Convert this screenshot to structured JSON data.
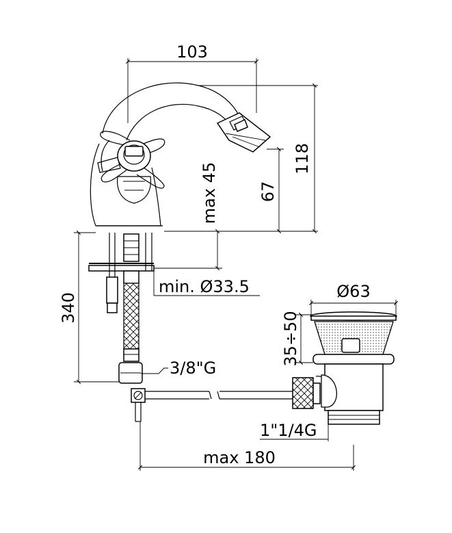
{
  "dimensions": {
    "width_top": "103",
    "total_height": "118",
    "spout_height": "67",
    "max_deck": "max 45",
    "hole_diameter": "min. Ø33.5",
    "hose_length": "340",
    "hose_thread": "3/8\"G",
    "waste_diameter": "Ø63",
    "waste_range": "35÷50",
    "waste_thread": "1\"1/4G",
    "rod_length": "max 180"
  }
}
